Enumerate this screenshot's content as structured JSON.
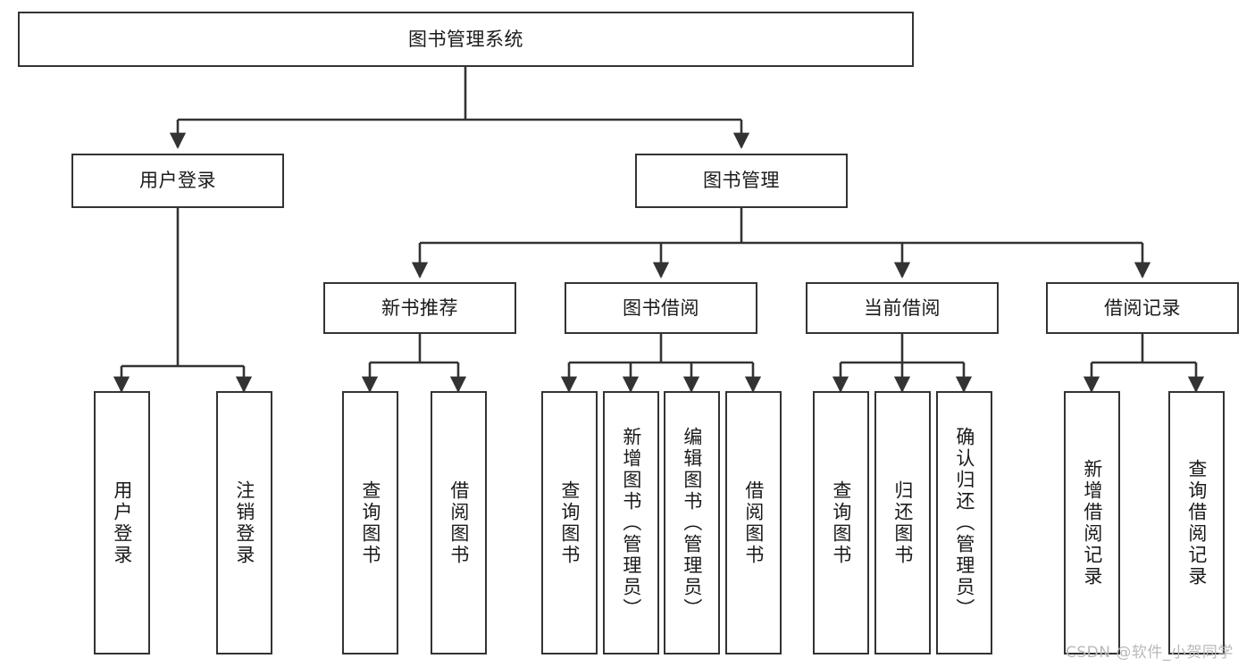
{
  "diagram": {
    "type": "hierarchy-tree",
    "title": "图书管理系统",
    "watermark": "CSDN @软件_小贺同学",
    "colors": {
      "box_border": "#333333",
      "box_fill": "#ffffff",
      "edge": "#333333",
      "text": "#1a1a1a",
      "watermark": "#b9b9b9",
      "background": "#ffffff"
    },
    "root": {
      "label": "图书管理系统"
    },
    "level1": [
      {
        "label": "用户登录"
      },
      {
        "label": "图书管理"
      }
    ],
    "level2": [
      {
        "label": "新书推荐"
      },
      {
        "label": "图书借阅"
      },
      {
        "label": "当前借阅"
      },
      {
        "label": "借阅记录"
      }
    ],
    "leaves": {
      "user_login": [
        {
          "label": "用户登录"
        },
        {
          "label": "注销登录"
        }
      ],
      "new_book_recommend": [
        {
          "label": "查询图书"
        },
        {
          "label": "借阅图书"
        }
      ],
      "book_borrow": [
        {
          "label": "查询图书"
        },
        {
          "label": "新增图书（管理员）"
        },
        {
          "label": "编辑图书（管理员）"
        },
        {
          "label": "借阅图书"
        }
      ],
      "current_borrow": [
        {
          "label": "查询图书"
        },
        {
          "label": "归还图书"
        },
        {
          "label": "确认归还（管理员）"
        }
      ],
      "borrow_record": [
        {
          "label": "新增借阅记录"
        },
        {
          "label": "查询借阅记录"
        }
      ]
    }
  }
}
